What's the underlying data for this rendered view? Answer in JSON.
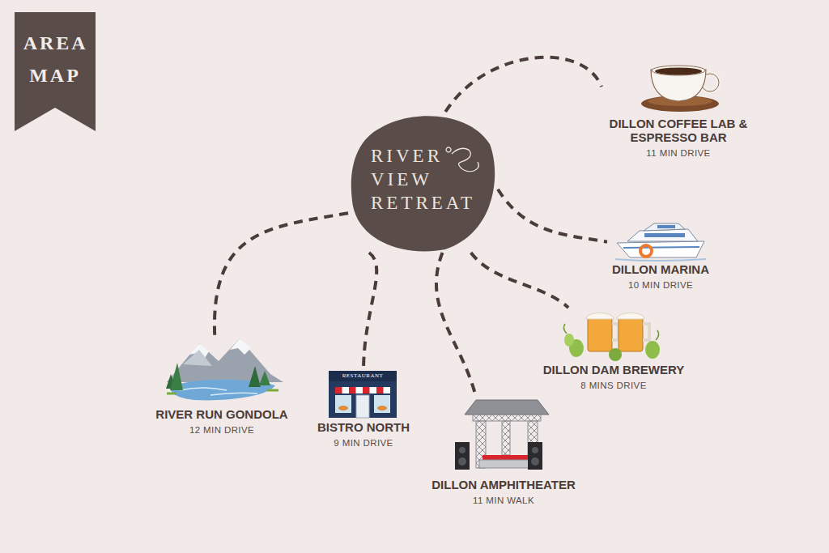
{
  "diagram": {
    "nodes": [
      {
        "text": [
          "AREA MAP"
        ]
      },
      {
        "text": [
          "RIVER VIEW RETREAT"
        ]
      },
      {
        "text": [
          "DILLON COFFEE LAB & ESPRESSO BAR",
          "11 MIN DRIVE"
        ]
      },
      {
        "text": [
          "DILLON MARINA",
          "10 MIN DRIVE"
        ]
      },
      {
        "text": [
          "DILLON DAM BREWERY",
          "8 MINS DRIVE"
        ]
      },
      {
        "text": [
          "DILLON AMPHITHEATER",
          "11 MIN WALK"
        ]
      },
      {
        "text": [
          "BISTRO NORTH",
          "9 MIN DRIVE"
        ]
      },
      {
        "text": [
          "RIVER RUN GONDOLA",
          "12 MIN DRIVE"
        ]
      }
    ],
    "edges": [
      {
        "from": 1,
        "to": 2,
        "arrow": "none"
      },
      {
        "from": 1,
        "to": 3,
        "arrow": "none"
      },
      {
        "from": 1,
        "to": 4,
        "arrow": "none"
      },
      {
        "from": 1,
        "to": 5,
        "arrow": "none"
      },
      {
        "from": 1,
        "to": 6,
        "arrow": "none"
      },
      {
        "from": 1,
        "to": 7,
        "arrow": "none"
      }
    ],
    "labels": [
      "RESTAURANT"
    ]
  }
}
